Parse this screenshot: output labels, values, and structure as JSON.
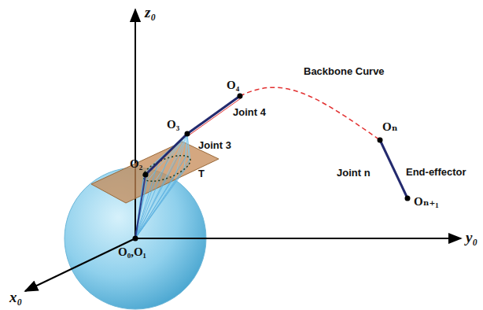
{
  "diagram": {
    "labels": [
      "z₀",
      "y₀",
      "x₀",
      "O₀,O₁",
      "O₂",
      "O₃",
      "O₄",
      "Oₙ",
      "Oₙ₊₁",
      "Joint 3",
      "Joint 4",
      "Joint n",
      "End-effector",
      "Backbone Curve",
      "T"
    ]
  }
}
